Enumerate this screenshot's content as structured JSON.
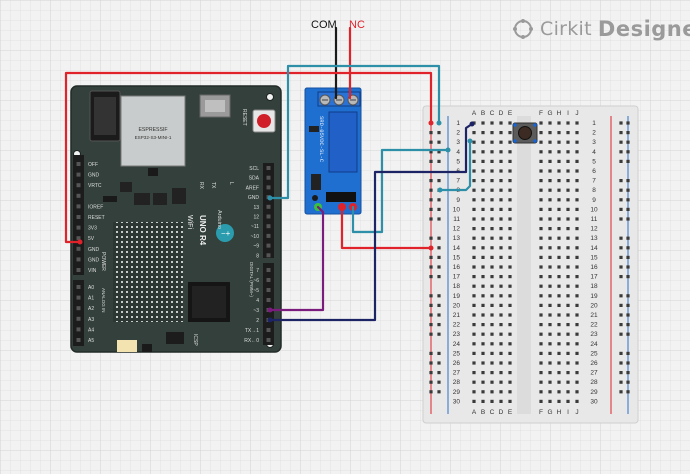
{
  "brand": {
    "name": "Cirkit",
    "product": "Designer"
  },
  "labels": {
    "com": "COM",
    "nc": "NC"
  },
  "board": {
    "maker": "ESPRESSIF",
    "module": "ESP32-S3-MINI-1",
    "name": "UNO R4",
    "sub": "WiFi",
    "vendor": "Arduino",
    "reset": "RESET",
    "icsp": "ICSP",
    "power_title": "POWER",
    "analog_title": "ANALOG IN",
    "digital_title": "DIGITAL (PWM~)",
    "header_top": [
      "SCL",
      "SDA",
      "AREF",
      "GND",
      "13",
      "12",
      "~11",
      "~10",
      "~9",
      "8"
    ],
    "header_bottom": [
      "7",
      "~6",
      "~5",
      "4",
      "~3",
      "2",
      "TX→1",
      "RX←0"
    ],
    "power_left": [
      "OFF",
      "GND",
      "VRTC",
      "",
      "IOREF",
      "RESET",
      "3V3",
      "5V",
      "GND",
      "GND",
      "VIN"
    ],
    "analog_left": [
      "A0",
      "A1",
      "A2",
      "A3",
      "A4",
      "A5"
    ],
    "tx_rx": [
      "RX",
      "TX",
      "L"
    ]
  },
  "relay": {
    "text": "SRD-05VDC-SL-C"
  },
  "breadboard": {
    "cols_left": [
      "A",
      "B",
      "C",
      "D",
      "E"
    ],
    "cols_right": [
      "F",
      "G",
      "H",
      "I",
      "J"
    ],
    "rows": [
      "1",
      "2",
      "3",
      "4",
      "5",
      "6",
      "7",
      "8",
      "9",
      "10",
      "11",
      "12",
      "13",
      "14",
      "15",
      "16",
      "17",
      "18",
      "19",
      "20",
      "21",
      "22",
      "23",
      "24",
      "25",
      "26",
      "27",
      "28",
      "29",
      "30"
    ]
  },
  "colors": {
    "wire_red": "#e0222b",
    "wire_black": "#1a1a1a",
    "wire_teal": "#2e8fa8",
    "wire_purple": "#7a1c7d",
    "wire_navy": "#1c2466",
    "board": "#33403b",
    "relay": "#1f6fd0"
  }
}
